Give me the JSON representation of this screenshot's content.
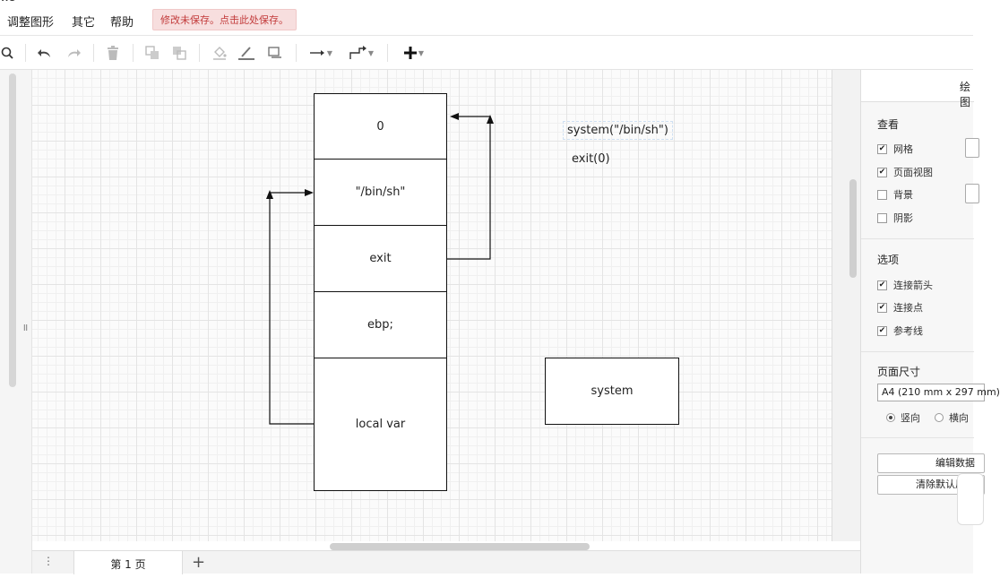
{
  "menubar": {
    "title_stub": "ws",
    "items": [
      "调整图形",
      "其它",
      "帮助"
    ],
    "unsaved_notice": "修改未保存。点击此处保存。"
  },
  "toolbar": {
    "icons": [
      "zoom-icon",
      "undo-icon",
      "redo-icon",
      "delete-icon",
      "to-front-icon",
      "to-back-icon",
      "fill-color-icon",
      "line-color-icon",
      "shadow-icon",
      "connection-icon",
      "waypoints-icon",
      "insert-icon"
    ]
  },
  "diagram": {
    "stack_cells": [
      "0",
      "\"/bin/sh\"",
      "exit",
      "ebp;",
      "local var"
    ],
    "note_line1": "system(\"/bin/sh\")",
    "note_line2": "exit(0)",
    "system_box": "system"
  },
  "pages": {
    "tab_label": "第 1 页",
    "add_label": "+"
  },
  "panel": {
    "tab_label": "绘图",
    "view_title": "查看",
    "view_options": [
      {
        "label": "网格",
        "checked": true
      },
      {
        "label": "页面视图",
        "checked": true
      },
      {
        "label": "背景",
        "checked": false
      },
      {
        "label": "阴影",
        "checked": false
      }
    ],
    "options_title": "选项",
    "options": [
      {
        "label": "连接箭头",
        "checked": true
      },
      {
        "label": "连接点",
        "checked": true
      },
      {
        "label": "参考线",
        "checked": true
      }
    ],
    "page_size_title": "页面尺寸",
    "page_size_value": "A4 (210 mm x 297 mm)",
    "orientation": [
      {
        "label": "竖向",
        "selected": true
      },
      {
        "label": "横向",
        "selected": false
      }
    ],
    "edit_button": "编辑数据",
    "clear_button": "清除默认风格"
  }
}
